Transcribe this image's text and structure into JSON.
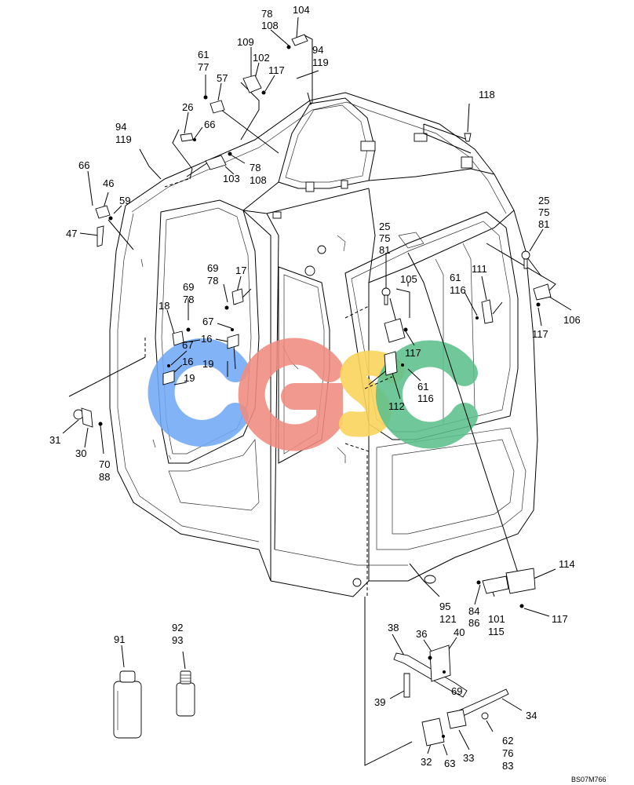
{
  "labels": {
    "l104": "104",
    "l78a": "78",
    "l108a": "108",
    "l94a": "94",
    "l119a": "119",
    "l109": "109",
    "l102": "102",
    "l117a": "117",
    "l61a": "61",
    "l77": "77",
    "l57": "57",
    "l118": "118",
    "l26": "26",
    "l66a": "66",
    "l94b": "94",
    "l119b": "119",
    "l78b": "78",
    "l108b": "108",
    "l103": "103",
    "l66b": "66",
    "l46": "46",
    "l59": "59",
    "l47": "47",
    "l25a": "25",
    "l75a": "75",
    "l81a": "81",
    "l25b": "25",
    "l75b": "75",
    "l81b": "81",
    "l105": "105",
    "l61b": "61",
    "l116a": "116",
    "l111": "111",
    "l106": "106",
    "l117b": "117",
    "l69a": "69",
    "l78c": "78",
    "l17": "17",
    "l69b": "69",
    "l78d": "78",
    "l18": "18",
    "l67a": "67",
    "l16a": "16",
    "l67b": "67",
    "l16b": "16",
    "l19a": "19",
    "l19b": "19",
    "l117c": "117",
    "l61c": "61",
    "l116b": "116",
    "l112": "112",
    "l31": "31",
    "l30": "30",
    "l70": "70",
    "l88": "88",
    "l114": "114",
    "l95": "95",
    "l121": "121",
    "l84": "84",
    "l86": "86",
    "l101": "101",
    "l115": "115",
    "l117d": "117",
    "l91": "91",
    "l92": "92",
    "l93": "93",
    "l38": "38",
    "l36": "36",
    "l40": "40",
    "l69c": "69",
    "l39": "39",
    "l34": "34",
    "l62": "62",
    "l76": "76",
    "l83": "83",
    "l32": "32",
    "l63": "63",
    "l33": "33"
  },
  "drawing_code": "BS07M766",
  "watermark": {
    "text": "CGSC",
    "colors": [
      "#6fa8f5",
      "#f08b80",
      "#f9d45c",
      "#5cbf8c"
    ]
  }
}
